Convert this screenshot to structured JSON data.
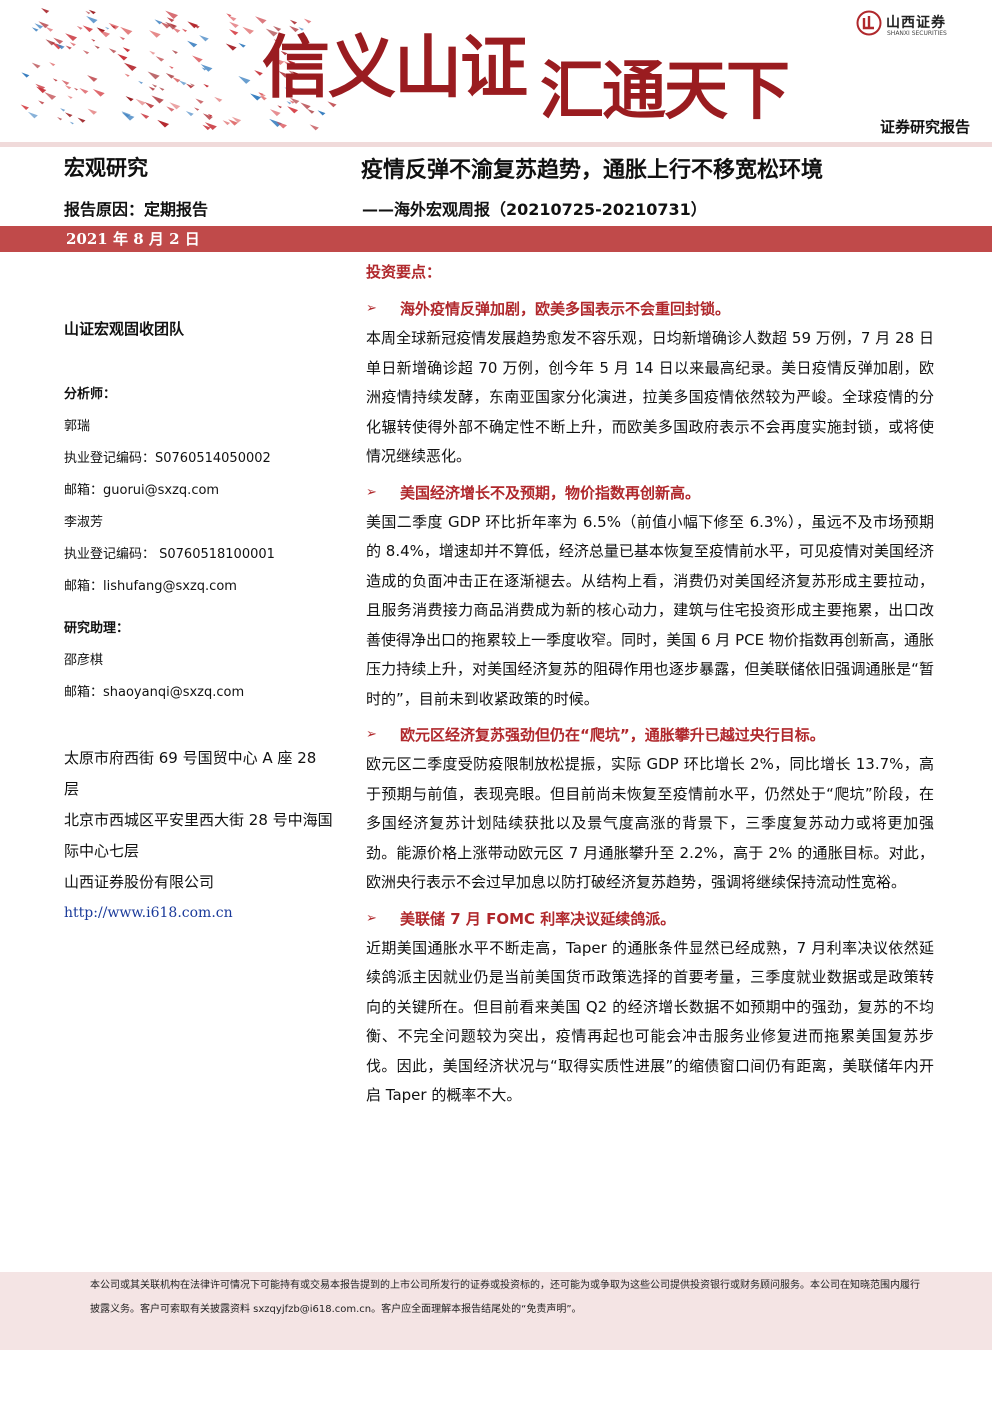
{
  "banner": {
    "slogan_line1": "信义山证",
    "slogan_line2": "汇通天下",
    "logo_name": "山西证券",
    "logo_name_en": "SHANXI SECURITIES",
    "report_type": "证券研究报告"
  },
  "header": {
    "category": "宏观研究",
    "title": "疫情反弹不渝复苏趋势，通胀上行不移宽松环境",
    "reason": "报告原因：定期报告",
    "subtitle": "——海外宏观周报（20210725-20210731）",
    "date": "2021 年 8 月 2 日"
  },
  "sidebar": {
    "team": "山证宏观固收团队",
    "analysts_label": "分析师：",
    "analyst1_name": "郭瑞",
    "analyst1_reg": "执业登记编码：S0760514050002",
    "analyst1_email": "邮箱：guorui@sxzq.com",
    "analyst2_name": "李淑芳",
    "analyst2_reg": "执业登记编码：  S0760518100001",
    "analyst2_email": "邮箱：lishufang@sxzq.com",
    "assistant_label": "研究助理：",
    "assistant_name": "邵彦棋",
    "assistant_email": "邮箱：shaoyanqi@sxzq.com",
    "address1": "太原市府西街 69 号国贸中心 A 座 28 层",
    "address2": "北京市西城区平安里西大街 28 号中海国际中心七层",
    "company": "山西证券股份有限公司",
    "website": "http://www.i618.com.cn"
  },
  "main": {
    "key_points_label": "投资要点：",
    "points": [
      {
        "heading": "海外疫情反弹加剧，欧美多国表示不会重回封锁。",
        "body": "本周全球新冠疫情发展趋势愈发不容乐观，日均新增确诊人数超 59 万例，7 月 28 日单日新增确诊超 70 万例，创今年 5 月 14 日以来最高纪录。美日疫情反弹加剧，欧洲疫情持续发酵，东南亚国家分化演进，拉美多国疫情依然较为严峻。全球疫情的分化辗转使得外部不确定性不断上升，而欧美多国政府表示不会再度实施封锁，或将使情况继续恶化。"
      },
      {
        "heading": "美国经济增长不及预期，物价指数再创新高。",
        "body": "美国二季度 GDP 环比折年率为 6.5%（前值小幅下修至 6.3%），虽远不及市场预期的 8.4%，增速却并不算低，经济总量已基本恢复至疫情前水平，可见疫情对美国经济造成的负面冲击正在逐渐褪去。从结构上看，消费仍对美国经济复苏形成主要拉动，且服务消费接力商品消费成为新的核心动力，建筑与住宅投资形成主要拖累，出口改善使得净出口的拖累较上一季度收窄。同时，美国 6 月 PCE 物价指数再创新高，通胀压力持续上升，对美国经济复苏的阻碍作用也逐步暴露，但美联储依旧强调通胀是“暂时的”，目前未到收紧政策的时候。"
      },
      {
        "heading": "欧元区经济复苏强劲但仍在“爬坑”，通胀攀升已越过央行目标。",
        "body": "欧元区二季度受防疫限制放松提振，实际 GDP 环比增长 2%，同比增长 13.7%，高于预期与前值，表现亮眼。但目前尚未恢复至疫情前水平，仍然处于“爬坑”阶段，在多国经济复苏计划陆续获批以及景气度高涨的背景下，三季度复苏动力或将更加强劲。能源价格上涨带动欧元区 7 月通胀攀升至 2.2%，高于 2% 的通胀目标。对此，欧洲央行表示不会过早加息以防打破经济复苏趋势，强调将继续保持流动性宽裕。"
      },
      {
        "heading": "美联储 7 月 FOMC 利率决议延续鸽派。",
        "body": "近期美国通胀水平不断走高，Taper 的通胀条件显然已经成熟，7 月利率决议依然延续鸽派主因就业仍是当前美国货币政策选择的首要考量，三季度就业数据或是政策转向的关键所在。但目前看来美国 Q2 的经济增长数据不如预期中的强劲，复苏的不均衡、不完全问题较为突出，疫情再起也可能会冲击服务业修复进而拖累美国复苏步伐。因此，美国经济状况与“取得实质性进展”的缩债窗口间仍有距离，美联储年内开启 Taper 的概率不大。"
      }
    ]
  },
  "footer": {
    "disclaimer": "本公司或其关联机构在法律许可情况下可能持有或交易本报告提到的上市公司所发行的证券或投资标的，还可能为或争取为这些公司提供投资银行或财务顾问服务。本公司在知晓范围内履行披露义务。客户可索取有关披露资料 sxzqyjfzb@i618.com.cn。客户应全面理解本报告结尾处的“免责声明”。"
  },
  "colors": {
    "brand_red": "#9a1c20",
    "date_bar": "#c04a4a",
    "heading_red": "#b0282c",
    "footer_bg": "#f4e4e4"
  }
}
